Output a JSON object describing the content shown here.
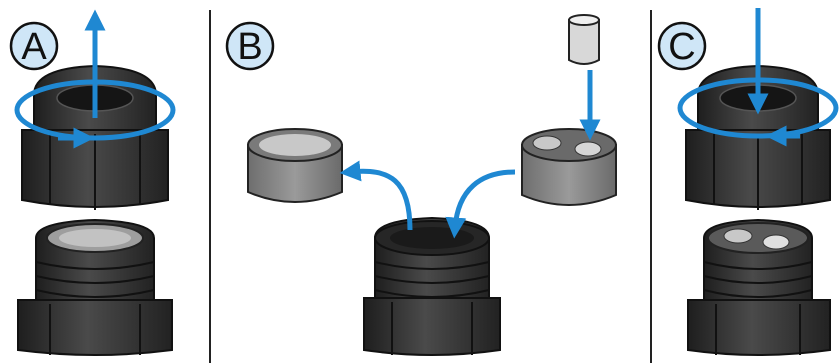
{
  "steps": [
    {
      "label": "A"
    },
    {
      "label": "B"
    },
    {
      "label": "C"
    }
  ],
  "colors": {
    "arrow": "#1f88d2",
    "badge_fill": "#cfe6f7",
    "body_dark": "#2b2b2b",
    "body_mid": "#444444",
    "insert_grey": "#8a8a8a",
    "seal_light": "#bdbdbd",
    "divider": "#222222"
  }
}
